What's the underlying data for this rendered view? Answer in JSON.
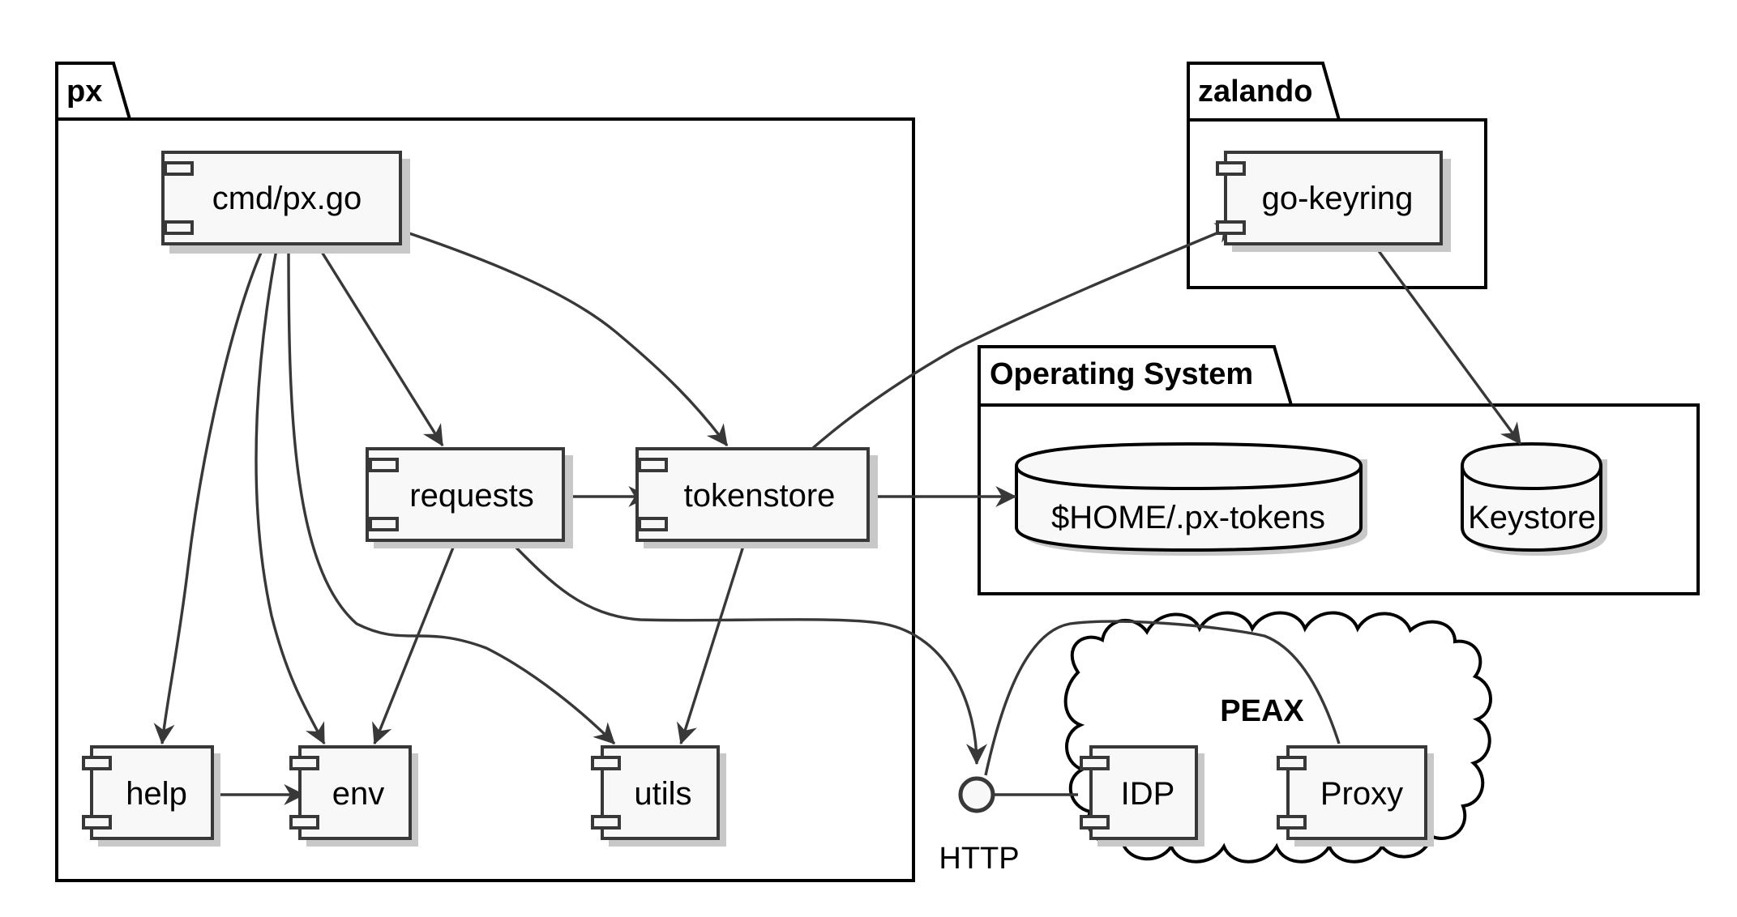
{
  "packages": {
    "px": "px",
    "zalando": "zalando",
    "os": "Operating System"
  },
  "components": {
    "cmd": "cmd/px.go",
    "requests": "requests",
    "tokenstore": "tokenstore",
    "help": "help",
    "env": "env",
    "utils": "utils",
    "go_keyring": "go-keyring",
    "idp": "IDP",
    "proxy": "Proxy"
  },
  "databases": {
    "tokens": "$HOME/.px-tokens",
    "keystore": "Keystore"
  },
  "cloud": {
    "label": "PEAX"
  },
  "interface": {
    "label": "HTTP"
  },
  "edges": [
    {
      "from": "cmd/px.go",
      "to": "requests"
    },
    {
      "from": "cmd/px.go",
      "to": "tokenstore"
    },
    {
      "from": "cmd/px.go",
      "to": "help"
    },
    {
      "from": "cmd/px.go",
      "to": "env"
    },
    {
      "from": "cmd/px.go",
      "to": "utils"
    },
    {
      "from": "requests",
      "to": "tokenstore"
    },
    {
      "from": "requests",
      "to": "env"
    },
    {
      "from": "requests",
      "to": "HTTP"
    },
    {
      "from": "tokenstore",
      "to": "utils"
    },
    {
      "from": "tokenstore",
      "to": "$HOME/.px-tokens"
    },
    {
      "from": "tokenstore",
      "to": "go-keyring"
    },
    {
      "from": "go-keyring",
      "to": "Keystore"
    },
    {
      "from": "help",
      "to": "env"
    },
    {
      "from": "HTTP",
      "to": "IDP"
    },
    {
      "from": "HTTP",
      "to": "Proxy"
    }
  ]
}
